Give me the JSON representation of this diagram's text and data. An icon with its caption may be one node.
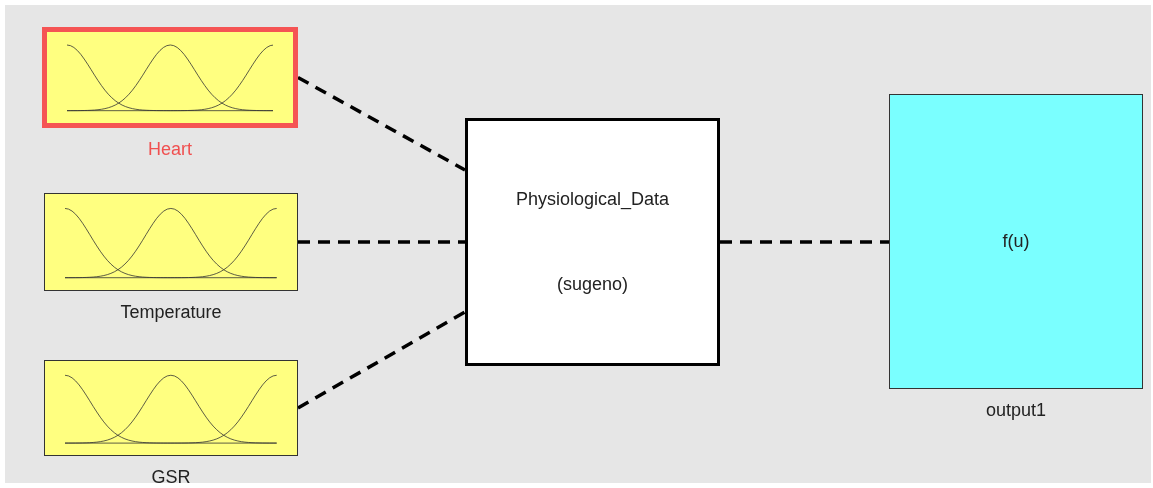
{
  "diagram": {
    "nodes": [
      {
        "text": [
          "Heart"
        ]
      },
      {
        "text": [
          "Temperature"
        ]
      },
      {
        "text": [
          "GSR"
        ]
      },
      {
        "text": [
          "Physiological_Data",
          "(sugeno)"
        ]
      },
      {
        "text": [
          "f(u)",
          "output1"
        ]
      }
    ],
    "edges": [
      {
        "from": 0,
        "to": 3,
        "arrow": "none",
        "style": "dashed"
      },
      {
        "from": 1,
        "to": 3,
        "arrow": "none",
        "style": "dashed"
      },
      {
        "from": 2,
        "to": 3,
        "arrow": "none",
        "style": "dashed"
      },
      {
        "from": 3,
        "to": 4,
        "arrow": "none",
        "style": "dashed"
      }
    ]
  }
}
